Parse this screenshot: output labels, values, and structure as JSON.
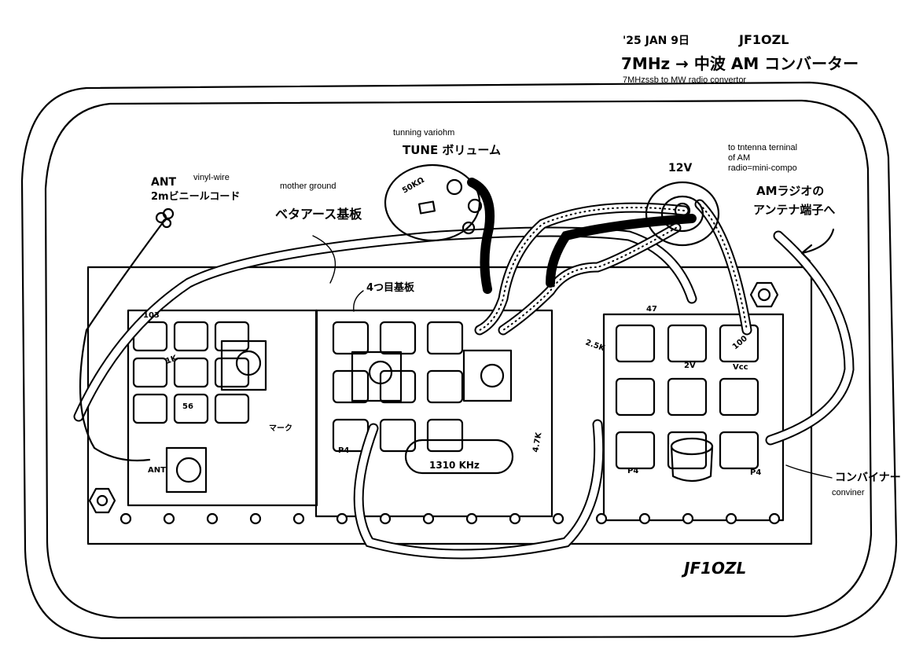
{
  "header": {
    "date": "'25 JAN 9日",
    "callsign_top": "JF1OZL",
    "title_jp": "7MHz → 中波 AM コンバーター",
    "title_en": "7MHzssb to MW radio convertor"
  },
  "labels": {
    "tune_en": "tunning variohm",
    "tune_jp": "TUNE ボリューム",
    "pot_value": "50KΩ",
    "power": "12V",
    "am_en_1": "to tntenna terninal",
    "am_en_2": "of AM",
    "am_en_3": "radio=mini-compo",
    "am_jp_1": "AMラジオの",
    "am_jp_2": "アンテナ端子へ",
    "ant_en": "vinyl-wire",
    "ant_1": "ANT",
    "ant_2": "2mビニールコード",
    "ground_en": "mother ground",
    "ground_jp": "ベタアース基板",
    "board_jp": "4つ目基板",
    "combiner_jp": "コンバイナー",
    "combiner_en": "conviner",
    "callsign_bottom": "JF1OZL"
  },
  "components": {
    "c103": "103",
    "r1k": "1K",
    "r56": "56",
    "ant_pad": "ANT",
    "mark": "マーク",
    "r25k": "2.5K",
    "r47": "47",
    "r2v": "2V",
    "vcc": "Vcc",
    "r100": "100",
    "crystal": "1310 KHz",
    "r47k": "4.7K",
    "p4a": "P4",
    "p4b": "P4",
    "p4c": "P4"
  }
}
